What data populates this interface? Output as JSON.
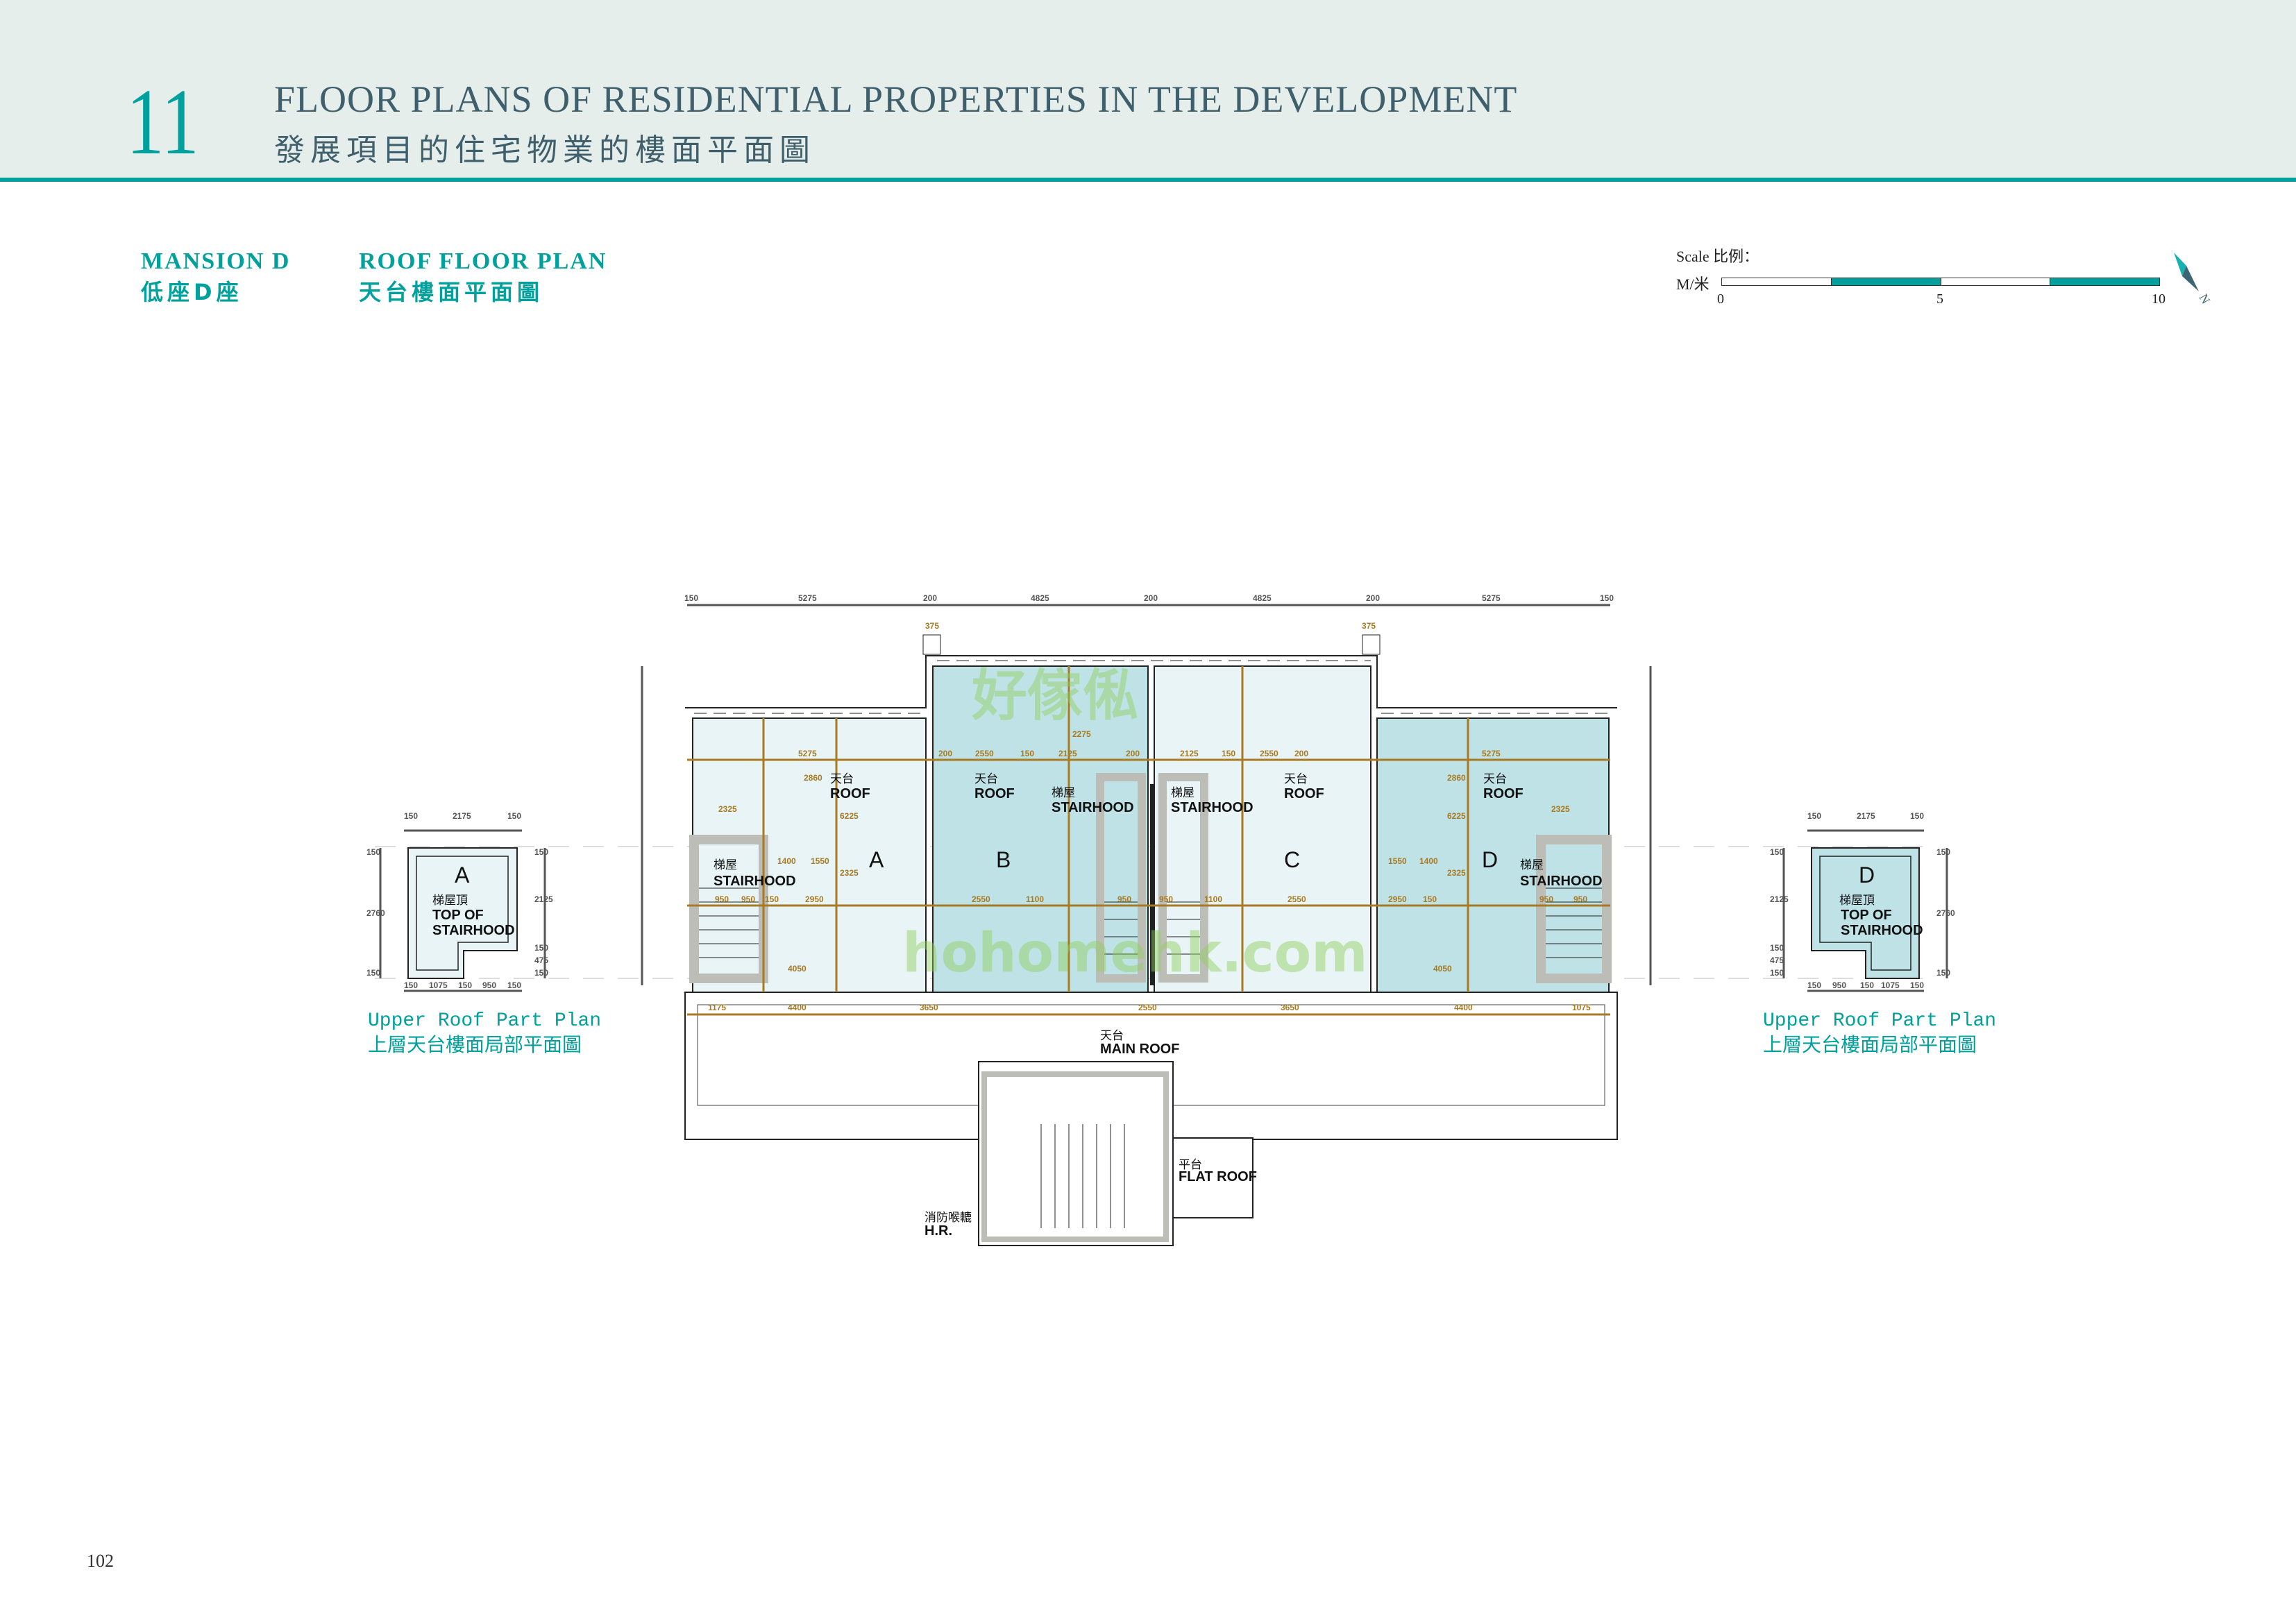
{
  "header": {
    "section_number": "11",
    "title_en": "FLOOR PLANS OF RESIDENTIAL PROPERTIES IN THE DEVELOPMENT",
    "title_zh": "發展項目的住宅物業的樓面平面圖"
  },
  "subheader": {
    "block_en": "MANSION D",
    "block_zh": "低座D座",
    "plan_en": "ROOF FLOOR PLAN",
    "plan_zh": "天台樓面平面圖"
  },
  "scale": {
    "label": "Scale 比例：",
    "unit": "M/米",
    "ticks": [
      "0",
      "5",
      "10"
    ],
    "colors": [
      "#ffffff",
      "#00a19c",
      "#ffffff",
      "#00a19c"
    ],
    "north": "N"
  },
  "plan": {
    "top_dims": [
      "150",
      "5275",
      "200",
      "4825",
      "200",
      "4825",
      "200",
      "5275",
      "150"
    ],
    "bottom_dims": [
      "1175",
      "4400",
      "3650",
      "2550",
      "3650",
      "4400",
      "1075"
    ],
    "parapet_dims": [
      "375",
      "375"
    ],
    "inner_dims": {
      "a_width": "5275",
      "d_width": "5275",
      "b_row": [
        "200",
        "2550",
        "150",
        "2125",
        "200"
      ],
      "c_row": [
        "2125",
        "150",
        "2550",
        "200"
      ],
      "a_lower": [
        "950",
        "950",
        "150",
        "2950"
      ],
      "b_lower": [
        "2550",
        "1100",
        "950"
      ],
      "c_lower": [
        "950",
        "1100",
        "2550"
      ],
      "d_lower": [
        "2950",
        "150",
        "950",
        "950"
      ],
      "a_vert": [
        "2860",
        "6225",
        "2325"
      ],
      "d_vert": [
        "2860",
        "6225",
        "2325"
      ],
      "stair_width": "2275",
      "a_mid": [
        "1400",
        "1550",
        "4050"
      ],
      "d_mid": [
        "1550",
        "1400",
        "4050"
      ],
      "side": [
        "2325",
        "2325"
      ]
    },
    "units": [
      "A",
      "B",
      "C",
      "D"
    ],
    "roof_zh": "天台",
    "roof_en": "ROOF",
    "stairhood_zh": "梯屋",
    "stairhood_en": "STAIRHOOD",
    "main_roof_zh": "天台",
    "main_roof_en": "MAIN ROOF",
    "flat_roof_zh": "平台",
    "flat_roof_en": "FLAT ROOF",
    "hr_zh": "消防喉轆",
    "hr_en": "H.R."
  },
  "upper_left": {
    "unit": "A",
    "label_zh": "梯屋頂",
    "label_en1": "TOP OF",
    "label_en2": "STAIRHOOD",
    "top_dims": [
      "150",
      "2175",
      "150"
    ],
    "left_dims": [
      "150",
      "2760",
      "150"
    ],
    "right_dims": [
      "150",
      "2125",
      "150",
      "475",
      "150"
    ],
    "bottom_dims": [
      "150",
      "1075",
      "150",
      "950",
      "150"
    ],
    "caption_en": "Upper Roof Part Plan",
    "caption_zh": "上層天台樓面局部平面圖"
  },
  "upper_right": {
    "unit": "D",
    "label_zh": "梯屋頂",
    "label_en1": "TOP OF",
    "label_en2": "STAIRHOOD",
    "top_dims": [
      "150",
      "2175",
      "150"
    ],
    "left_dims": [
      "150",
      "2125",
      "150",
      "475",
      "150"
    ],
    "right_dims": [
      "150",
      "2760",
      "150"
    ],
    "bottom_dims": [
      "150",
      "950",
      "150",
      "1075",
      "150"
    ],
    "caption_en": "Upper Roof Part Plan",
    "caption_zh": "上層天台樓面局部平面圖"
  },
  "watermark": {
    "text_zh": "好傢俬",
    "text_en": "hohomehk.com"
  },
  "page_number": "102"
}
